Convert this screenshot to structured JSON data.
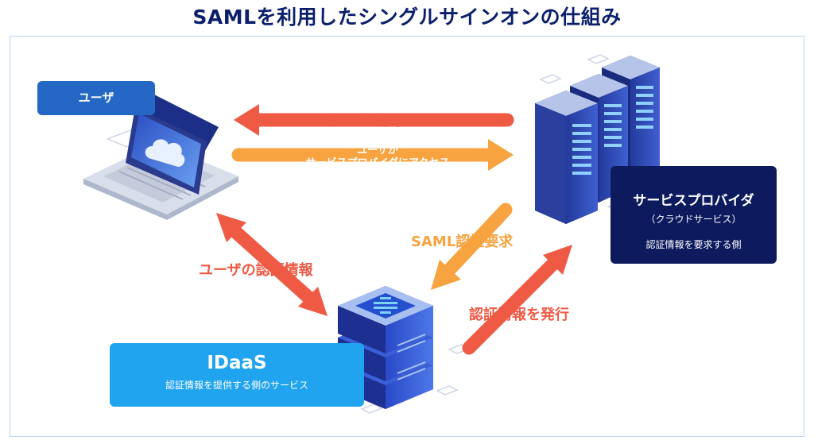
{
  "title": "SAMLを利用したシングルサインオンの仕組み",
  "colors": {
    "navy": "#0d1b5e",
    "user_blue": "#2567c4",
    "idaas_blue": "#21a4ef",
    "red_arrow": "#ef5a45",
    "orange_arrow": "#f7a340"
  },
  "nodes": {
    "user": {
      "label": "ユーザ",
      "icon": "laptop-cloud-icon"
    },
    "service_provider": {
      "title": "サービスプロバイダ",
      "subtitle": "（クラウドサービス）",
      "description": "認証情報を要求する側",
      "icon": "server-rack-icon"
    },
    "idaas": {
      "title": "IDaaS",
      "description": "認証情報を提供する側のサービス",
      "icon": "server-stack-icon"
    }
  },
  "arrows": {
    "login_permit": "ログインを許可",
    "access_line1": "ユーザが",
    "access_line2": "サービスプロバイダにアクセス",
    "user_credentials": "ユーザの認証情報",
    "saml_request": "SAML認証要求",
    "issue_credentials": "認証情報を発行"
  }
}
